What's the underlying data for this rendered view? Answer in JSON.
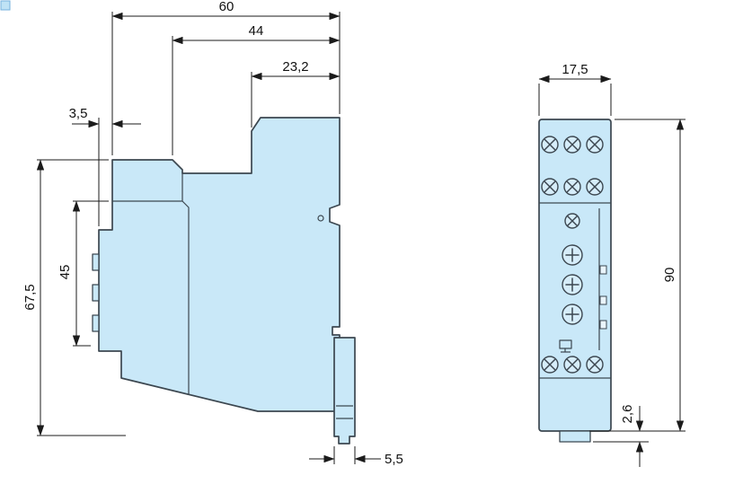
{
  "side_view": {
    "dims": {
      "total_width": "60",
      "body_width": "44",
      "top_section_width": "23,2",
      "front_lip": "3,5",
      "total_height": "67,5",
      "terminal_section_height": "45",
      "clip_depth": "5,5"
    }
  },
  "front_view": {
    "dims": {
      "width": "17,5",
      "height": "90",
      "foot_height": "2,6"
    }
  },
  "style": {
    "body_fill": "#c9e8f8",
    "outline_color": "#3c4750",
    "dimension_color": "#1b1b1b",
    "background": "#ffffff"
  }
}
